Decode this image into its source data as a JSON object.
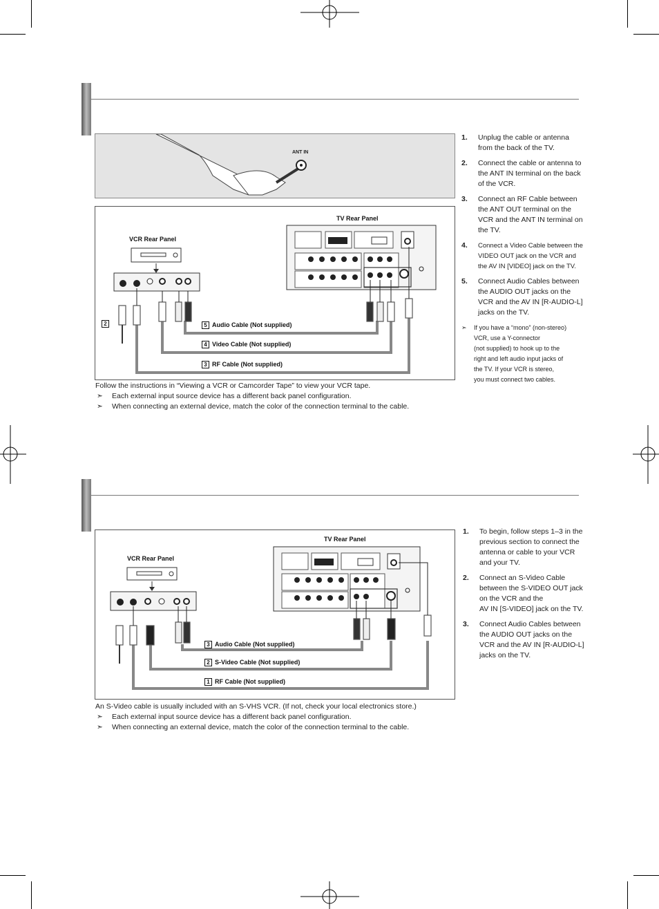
{
  "section1": {
    "photo": {
      "ant_in_label": "ANT IN"
    },
    "diagram": {
      "vcr_label": "VCR Rear Panel",
      "tv_label": "TV Rear Panel",
      "rf_marker": "2",
      "cables": [
        {
          "num": "5",
          "label": "Audio Cable (Not supplied)"
        },
        {
          "num": "4",
          "label": "Video Cable (Not supplied)"
        },
        {
          "num": "3",
          "label": "RF Cable (Not supplied)"
        }
      ]
    },
    "steps": [
      {
        "num": "1.",
        "text": "Unplug the cable or antenna\nfrom the back of the TV."
      },
      {
        "num": "2.",
        "text": "Connect the cable or antenna to\nthe ANT IN terminal on the back\nof the VCR."
      },
      {
        "num": "3.",
        "text": "Connect an RF Cable between\nthe ANT OUT terminal on the\nVCR and the ANT IN terminal on\nthe TV."
      },
      {
        "num": "4.",
        "text": "Connect a Video Cable between the\nVIDEO OUT jack on the VCR and\nthe AV IN [VIDEO] jack on the TV."
      },
      {
        "num": "5.",
        "text": "Connect Audio Cables between\nthe AUDIO OUT jacks on the\nVCR and the AV IN [R-AUDIO-L]\njacks on the TV."
      }
    ],
    "note": "If you have a “mono” (non-stereo)\nVCR, use a Y-connector\n(not supplied) to hook up to the\nright and left audio input jacks of\nthe TV.  If your VCR is stereo,\nyou must connect two cables.",
    "below": {
      "intro": "Follow the instructions in “Viewing a VCR or Camcorder Tape” to view your VCR tape.",
      "bullets": [
        "Each external input source device has a different back panel configuration.",
        "When connecting an external device, match the color of the connection terminal to the cable."
      ]
    }
  },
  "section2": {
    "diagram": {
      "vcr_label": "VCR Rear Panel",
      "tv_label": "TV Rear Panel",
      "cables": [
        {
          "num": "3",
          "label": "Audio Cable (Not supplied)"
        },
        {
          "num": "2",
          "label": "S-Video Cable (Not supplied)"
        },
        {
          "num": "1",
          "label": "RF Cable (Not supplied)"
        }
      ]
    },
    "steps": [
      {
        "num": "1.",
        "text": "To begin, follow steps 1–3 in the\nprevious section to connect the\nantenna or cable to your VCR\nand your TV."
      },
      {
        "num": "2.",
        "text": "Connect an S-Video Cable\nbetween the S-VIDEO OUT jack\non the VCR and the\nAV IN [S-VIDEO] jack on the TV."
      },
      {
        "num": "3.",
        "text": "Connect Audio Cables between\nthe AUDIO OUT jacks on the\nVCR and the  AV IN [R-AUDIO-L]\njacks on the TV."
      }
    ],
    "below": {
      "intro": "An S-Video cable is usually included with an S-VHS VCR. (If not, check your local electronics store.)",
      "bullets": [
        "Each external input source device has a different back panel configuration.",
        "When connecting an external device, match the color of the connection terminal to the cable."
      ]
    }
  },
  "bullet_glyph": "➣"
}
